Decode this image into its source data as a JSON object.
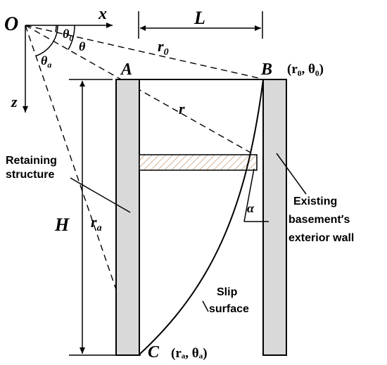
{
  "origin": {
    "label": "O"
  },
  "axes": {
    "x": "x",
    "z": "z"
  },
  "angles": {
    "theta0": "θ",
    "theta0_sub": "0",
    "theta": "θ",
    "theta_a": "θ",
    "theta_a_sub": "a",
    "alpha": "α"
  },
  "radii": {
    "r0": "r",
    "r0_sub": "0",
    "r": "r",
    "ra": "r",
    "ra_sub": "a"
  },
  "dimensions": {
    "L": "L",
    "H": "H"
  },
  "points": {
    "A": "A",
    "B": "B",
    "B_coords": "(r₀, θ₀)",
    "C": "C",
    "C_coords": "(rₐ, θₐ)"
  },
  "labels": {
    "retaining_line1": "Retaining",
    "retaining_line2": "structure",
    "existing_line1": "Existing",
    "existing_line2": "basement′s",
    "existing_line3": "exterior wall",
    "slip_line1": "Slip",
    "slip_line2": "surface"
  },
  "colors": {
    "wall_fill": "#d9d9d9",
    "strut_hatch": "#c8a07a"
  }
}
